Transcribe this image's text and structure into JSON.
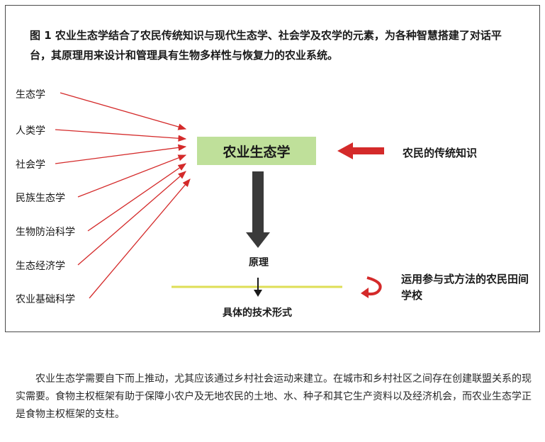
{
  "figure": {
    "caption": "图 1 农业生态学结合了农民传统知识与现代生态学、社会学及农学的元素，为各种智慧搭建了对话平台，其原理用来设计和管理具有生物多样性与恢复力的农业系统。",
    "central_concept": "农业生态学",
    "sources": [
      {
        "label": "生态学"
      },
      {
        "label": "人类学"
      },
      {
        "label": "社会学"
      },
      {
        "label": "民族生态学"
      },
      {
        "label": "生物防治科学"
      },
      {
        "label": "生态经济学"
      },
      {
        "label": "农业基础科学"
      }
    ],
    "traditional_knowledge": "农民的传统知识",
    "principle": "原理",
    "technical_forms": "具体的技术形式",
    "farmer_field_school": "运用参与式方法的农民田间学校",
    "colors": {
      "arrow_red": "#d42a2a",
      "arrow_dark": "#3a3a3a",
      "central_box": "#bfe09a",
      "divider_line": "#dede55",
      "border": "#4a4a4a"
    }
  },
  "body": {
    "paragraph": "农业生态学需要自下而上推动，尤其应该通过乡村社会运动来建立。在城市和乡村社区之间存在创建联盟关系的现实需要。食物主权框架有助于保障小农户及无地农民的土地、水、种子和其它生产资料以及经济机会，而农业生态学正是食物主权框架的支柱。"
  }
}
